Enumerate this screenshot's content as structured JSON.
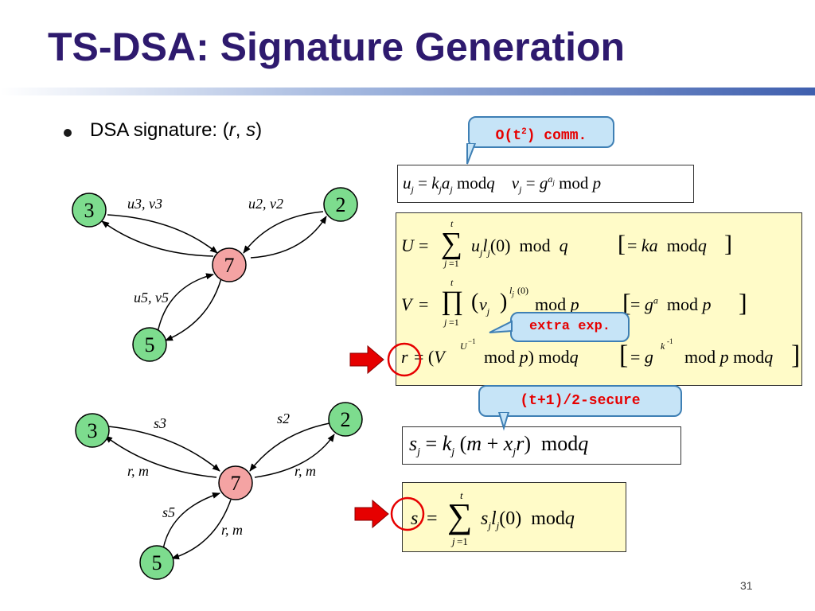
{
  "slide": {
    "title": "TS-DSA: Signature Generation",
    "bullet_prefix": "DSA signature: (",
    "bullet_r": "r",
    "bullet_comma": ", ",
    "bullet_s": "s",
    "bullet_suffix": ")",
    "page_number": "31"
  },
  "callouts": {
    "comm_prefix": "O(t",
    "comm_sup": "2",
    "comm_suffix": ") comm.",
    "extra_exp": "extra exp.",
    "secure": "(t+1)/2-secure"
  },
  "diagram_top": {
    "nodes": {
      "n3": "3",
      "n2": "2",
      "n7": "7",
      "n5": "5"
    },
    "edge_labels": {
      "e3": "u3, v3",
      "e2": "u2, v2",
      "e5": "u5, v5"
    }
  },
  "diagram_bottom": {
    "nodes": {
      "n3": "3",
      "n2": "2",
      "n7": "7",
      "n5": "5"
    },
    "edge_labels": {
      "s3": "s3",
      "s2": "s2",
      "s5": "s5",
      "rm_left": "r, m",
      "rm_right": "r, m",
      "rm_bottom": "r, m"
    }
  },
  "equations": {
    "uv": "u_j = k_j a_j mod q    v_j = g^{a_j} mod p",
    "U": "U = Σ_{j=1}^{t} u_j l_j(0) mod q   [= ka mod q]",
    "V": "V = Π_{j=1}^{t} (v_j)^{l_j(0)} mod p   [= g^a mod p]",
    "r": "r = (V^{U^{-1}} mod p) mod q   [= g^{k^{-1}} mod p mod q]",
    "sj": "s_j = k_j (m + x_j r) mod q",
    "s": "s = Σ_{j=1}^{t} s_j l_j(0) mod q"
  },
  "colors": {
    "title": "#2e1a6e",
    "node_fill": "#7ddc8e",
    "node_7_fill": "#f4a3a3",
    "equation_box": "#fffbc8",
    "callout_fill": "#c6e4f7",
    "callout_text": "#e60000",
    "arrow_red": "#e60000"
  }
}
